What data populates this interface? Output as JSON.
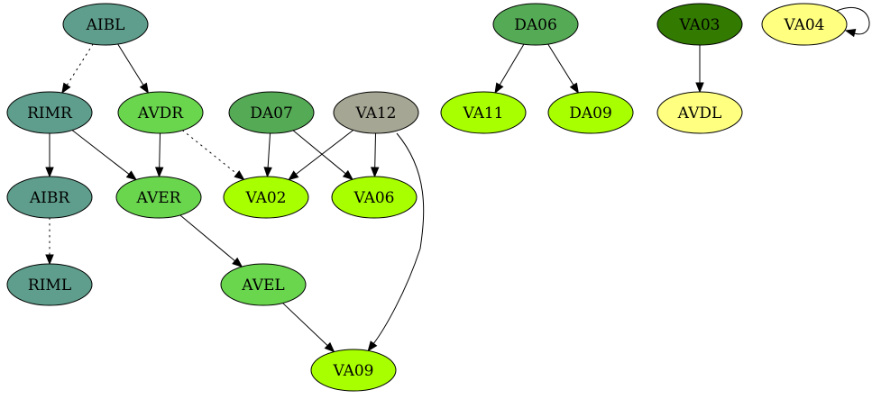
{
  "graph": {
    "nodes": [
      {
        "id": "AIBL",
        "label": "AIBL",
        "fill": "#5f9e8c"
      },
      {
        "id": "RIMR",
        "label": "RIMR",
        "fill": "#5f9e8c"
      },
      {
        "id": "AIBR",
        "label": "AIBR",
        "fill": "#5f9e8c"
      },
      {
        "id": "RIML",
        "label": "RIML",
        "fill": "#5f9e8c"
      },
      {
        "id": "AVDR",
        "label": "AVDR",
        "fill": "#6ad64e"
      },
      {
        "id": "AVER",
        "label": "AVER",
        "fill": "#6ad64e"
      },
      {
        "id": "AVEL",
        "label": "AVEL",
        "fill": "#6ad64e"
      },
      {
        "id": "DA07",
        "label": "DA07",
        "fill": "#55aa55"
      },
      {
        "id": "VA12",
        "label": "VA12",
        "fill": "#a6a694"
      },
      {
        "id": "VA02",
        "label": "VA02",
        "fill": "#a8ff00"
      },
      {
        "id": "VA06",
        "label": "VA06",
        "fill": "#a8ff00"
      },
      {
        "id": "VA09",
        "label": "VA09",
        "fill": "#a8ff00"
      },
      {
        "id": "DA06",
        "label": "DA06",
        "fill": "#55aa55"
      },
      {
        "id": "VA11",
        "label": "VA11",
        "fill": "#a8ff00"
      },
      {
        "id": "DA09",
        "label": "DA09",
        "fill": "#a8ff00"
      },
      {
        "id": "VA03",
        "label": "VA03",
        "fill": "#337a00"
      },
      {
        "id": "AVDL",
        "label": "AVDL",
        "fill": "#ffff80"
      },
      {
        "id": "VA04",
        "label": "VA04",
        "fill": "#ffff80"
      }
    ],
    "edges": [
      {
        "from": "AIBL",
        "to": "RIMR",
        "style": "dotted"
      },
      {
        "from": "AIBL",
        "to": "AVDR",
        "style": "solid"
      },
      {
        "from": "RIMR",
        "to": "AIBR",
        "style": "solid"
      },
      {
        "from": "RIMR",
        "to": "AVER",
        "style": "solid"
      },
      {
        "from": "AIBR",
        "to": "RIML",
        "style": "dotted"
      },
      {
        "from": "AVDR",
        "to": "AVER",
        "style": "solid"
      },
      {
        "from": "AVDR",
        "to": "VA02",
        "style": "dotted"
      },
      {
        "from": "DA07",
        "to": "VA02",
        "style": "solid"
      },
      {
        "from": "DA07",
        "to": "VA06",
        "style": "solid"
      },
      {
        "from": "VA12",
        "to": "VA02",
        "style": "solid"
      },
      {
        "from": "VA12",
        "to": "VA06",
        "style": "solid"
      },
      {
        "from": "VA12",
        "to": "VA09",
        "style": "solid"
      },
      {
        "from": "AVER",
        "to": "AVEL",
        "style": "solid"
      },
      {
        "from": "AVEL",
        "to": "VA09",
        "style": "solid"
      },
      {
        "from": "DA06",
        "to": "VA11",
        "style": "solid"
      },
      {
        "from": "DA06",
        "to": "DA09",
        "style": "solid"
      },
      {
        "from": "VA03",
        "to": "AVDL",
        "style": "solid"
      },
      {
        "from": "VA04",
        "to": "VA04",
        "style": "solid"
      }
    ]
  }
}
